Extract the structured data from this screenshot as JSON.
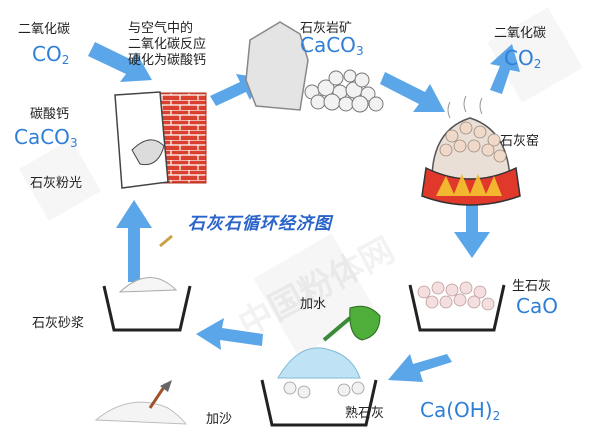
{
  "title": "石灰石循环经济图",
  "watermark": "中国粉体网",
  "colors": {
    "arrow": "#5aa6e8",
    "formula": "#2f7fd6",
    "title": "#2a63c9",
    "brick": "#d9402e"
  },
  "stages": {
    "co2_top_left": {
      "text": "二氧化碳",
      "formula": "CO",
      "sub": "2"
    },
    "reaction_note": [
      "与空气中的",
      "二氧化碳反应",
      "硬化为碳酸钙"
    ],
    "limestone": {
      "text": "石灰岩矿",
      "formula": "CaCO",
      "sub": "3"
    },
    "co2_top_right": {
      "text": "二氧化碳",
      "formula": "CO",
      "sub": "2"
    },
    "kiln": {
      "text": "石灰窑"
    },
    "calcium_carbonate": {
      "text": "碳酸钙",
      "formula": "CaCO",
      "sub": "3"
    },
    "lime_plaster": {
      "text": "石灰粉光"
    },
    "quicklime": {
      "text": "生石灰",
      "formula": "CaO"
    },
    "add_water": {
      "text": "加水"
    },
    "slaked_lime": {
      "text": "熟石灰",
      "formula": "Ca(OH)",
      "sub": "2"
    },
    "lime_mortar": {
      "text": "石灰砂浆"
    },
    "add_sand": {
      "text": "加沙"
    }
  }
}
